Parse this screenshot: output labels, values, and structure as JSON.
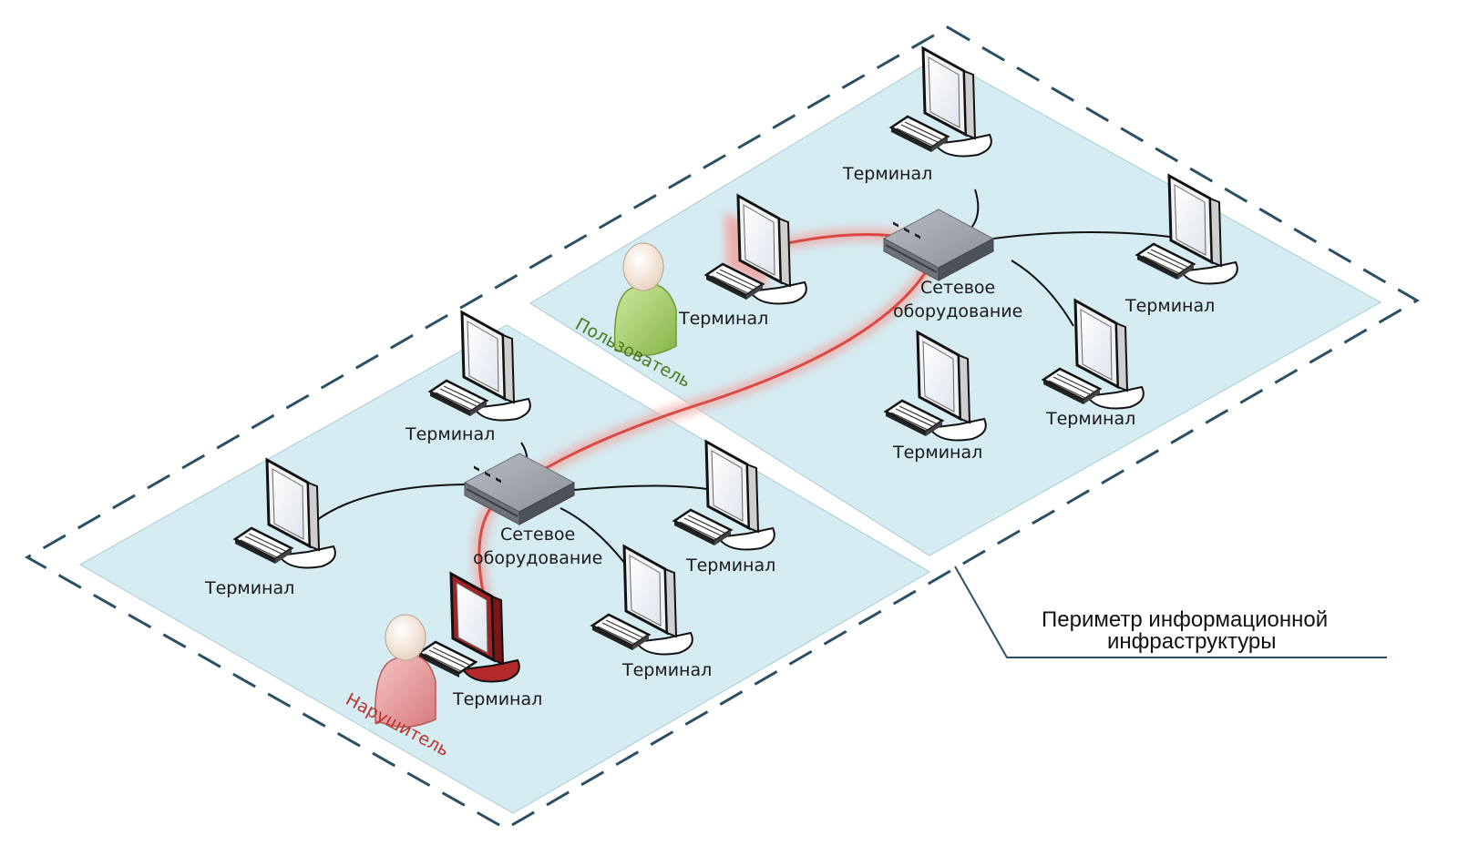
{
  "labels": {
    "terminal": "Терминал",
    "network_equipment_line1": "Сетевое",
    "network_equipment_line2": "оборудование",
    "user": "Пользователь",
    "attacker": "Нарушитель",
    "perimeter_line1": "Периметр информационной",
    "perimeter_line2": "инфраструктуры"
  },
  "colors": {
    "zone_fill": "#d4ecf2",
    "perimeter_stroke": "#2b4f63",
    "attack_path": "#d94a45",
    "user_figure": "#a9d26b",
    "attacker_figure": "#e89496",
    "attacker_terminal": "#a32222"
  },
  "zones": [
    {
      "name": "zone-left",
      "devices": [
        "switch-left",
        "terminal-l1",
        "terminal-l2",
        "terminal-l3",
        "terminal-l4",
        "terminal-attacker"
      ]
    },
    {
      "name": "zone-right",
      "devices": [
        "switch-right",
        "terminal-r1",
        "terminal-r2",
        "terminal-r3",
        "terminal-r4",
        "terminal-user"
      ]
    }
  ]
}
